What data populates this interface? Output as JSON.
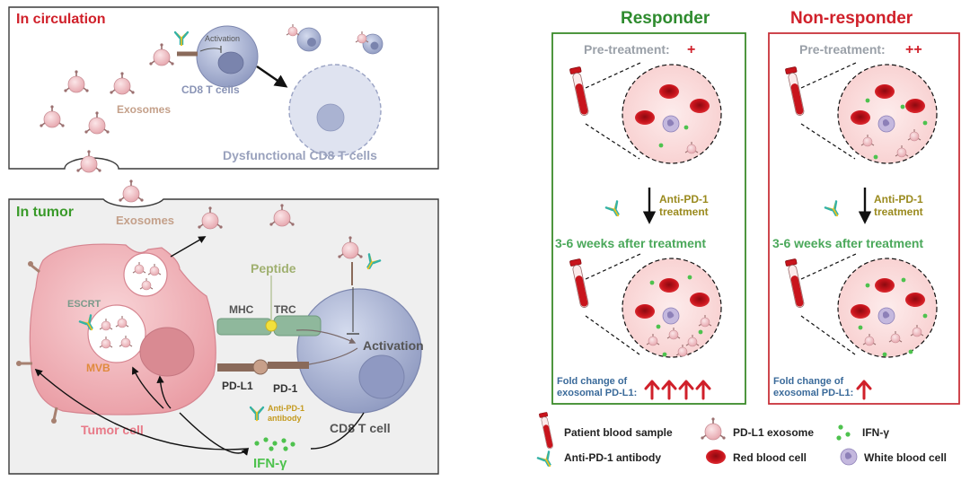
{
  "left_panel": {
    "circulation": {
      "title": "In circulation",
      "activation_label": "Activation",
      "cd8_label": "CD8 T cells",
      "exosomes_label": "Exosomes",
      "dysfunctional_label": "Dysfunctional CD8 T cells"
    },
    "tumor": {
      "title": "In tumor",
      "exosomes_label": "Exosomes",
      "peptide_label": "Peptide",
      "escrt_label": "ESCRT",
      "mhc_label": "MHC",
      "trc_label": "TRC",
      "activation_label": "Activation",
      "mvb_label": "MVB",
      "pdl1_label": "PD-L1",
      "pd1_label": "PD-1",
      "antibody_label_1": "Anti-PD-1",
      "antibody_label_2": "antibody",
      "tumor_cell_label": "Tumor cell",
      "cd8_cell_label": "CD8 T cell",
      "ifn_label": "IFN-γ"
    }
  },
  "right_panel": {
    "responder": {
      "title": "Responder",
      "pre_label": "Pre-treatment:",
      "pre_mark": "+",
      "treatment_1": "Anti-PD-1",
      "treatment_2": "treatment",
      "weeks_label": "3-6 weeks after treatment",
      "fold_1": "Fold change of",
      "fold_2": "exosomal PD-L1:",
      "fold_arrows": 4
    },
    "non_responder": {
      "title": "Non-responder",
      "pre_label": "Pre-treatment:",
      "pre_mark": "++",
      "treatment_1": "Anti-PD-1",
      "treatment_2": "treatment",
      "weeks_label": "3-6 weeks after treatment",
      "fold_1": "Fold change of",
      "fold_2": "exosomal PD-L1:",
      "fold_arrows": 1
    }
  },
  "legend": {
    "blood_sample": "Patient blood sample",
    "pdl1_exosome": "PD-L1 exosome",
    "ifn": "IFN-γ",
    "antibody": "Anti-PD-1 antibody",
    "red_cell": "Red blood cell",
    "white_cell": "White blood cell"
  },
  "colors": {
    "red_title": "#d0202a",
    "green_title": "#2e8b2e",
    "responder_border": "#3a8a2a",
    "nonresponder_border": "#c8323a",
    "exosome": "#f2c8cc",
    "tumor_cell": "#f2b8bc",
    "tcell": "#a9b3d2",
    "blood": "#c8141c"
  }
}
